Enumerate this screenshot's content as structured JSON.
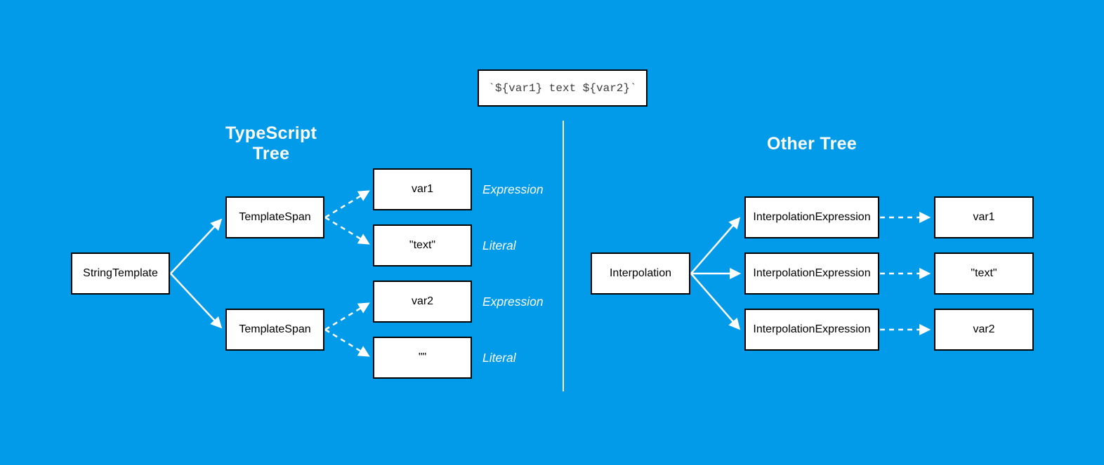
{
  "colors": {
    "background": "#019BEA",
    "box_background": "#FFFFFF",
    "box_border": "#000000",
    "box_text": "#000000",
    "accent_text": "#FFFFFF",
    "code_text": "#3D3D3D"
  },
  "code_box": {
    "text": "`${var1} text ${var2}`"
  },
  "typescript_tree": {
    "title_line1": "TypeScript",
    "title_line2": "Tree",
    "root": {
      "label": "StringTemplate"
    },
    "spans": [
      {
        "label": "TemplateSpan"
      },
      {
        "label": "TemplateSpan"
      }
    ],
    "leaves": [
      {
        "label": "var1",
        "annotation": "Expression"
      },
      {
        "label": "\"text\"",
        "annotation": "Literal"
      },
      {
        "label": "var2",
        "annotation": "Expression"
      },
      {
        "label": "\"\"",
        "annotation": "Literal"
      }
    ]
  },
  "other_tree": {
    "title": "Other Tree",
    "root": {
      "label": "Interpolation"
    },
    "children": [
      {
        "label": "InterpolationExpression",
        "leaf": "var1"
      },
      {
        "label": "InterpolationExpression",
        "leaf": "\"text\""
      },
      {
        "label": "InterpolationExpression",
        "leaf": "var2"
      }
    ]
  }
}
